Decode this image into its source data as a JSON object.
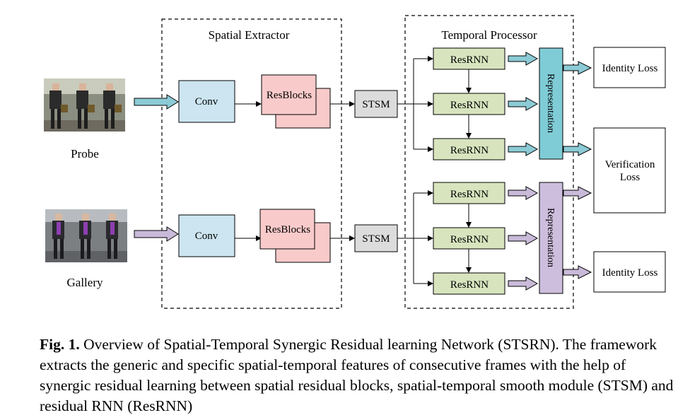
{
  "diagram": {
    "spatial_extractor_title": "Spatial Extractor",
    "temporal_processor_title": "Temporal Processor",
    "inputs": [
      {
        "label": "Probe"
      },
      {
        "label": "Gallery"
      }
    ],
    "conv_label": "Conv",
    "resblocks_label": "ResBlocks",
    "stsm_label": "STSM",
    "resrnn_label": "ResRNN",
    "representation_label": "Representation",
    "losses": {
      "identity": "Identity Loss",
      "verification_line1": "Verification",
      "verification_line2": "Loss"
    },
    "colors": {
      "probe_arrow": "#8CCBD6",
      "gallery_arrow": "#C9BAD9",
      "conv": "#CCE5F0",
      "resblocks": "#F9CACA",
      "stsm": "#DCDCDC",
      "resrnn": "#D7E4BE",
      "representation_probe": "#7FCCD6",
      "representation_gallery": "#CEBEDD"
    }
  },
  "caption": {
    "fig_label": "Fig. 1.",
    "text": " Overview of Spatial-Temporal Synergic Residual learning Network (STSRN). The framework extracts the generic and specific spatial-temporal features of consecutive frames with the help of synergic residual learning between spatial residual blocks, spatial-temporal smooth module (STSM) and residual RNN (ResRNN)"
  }
}
